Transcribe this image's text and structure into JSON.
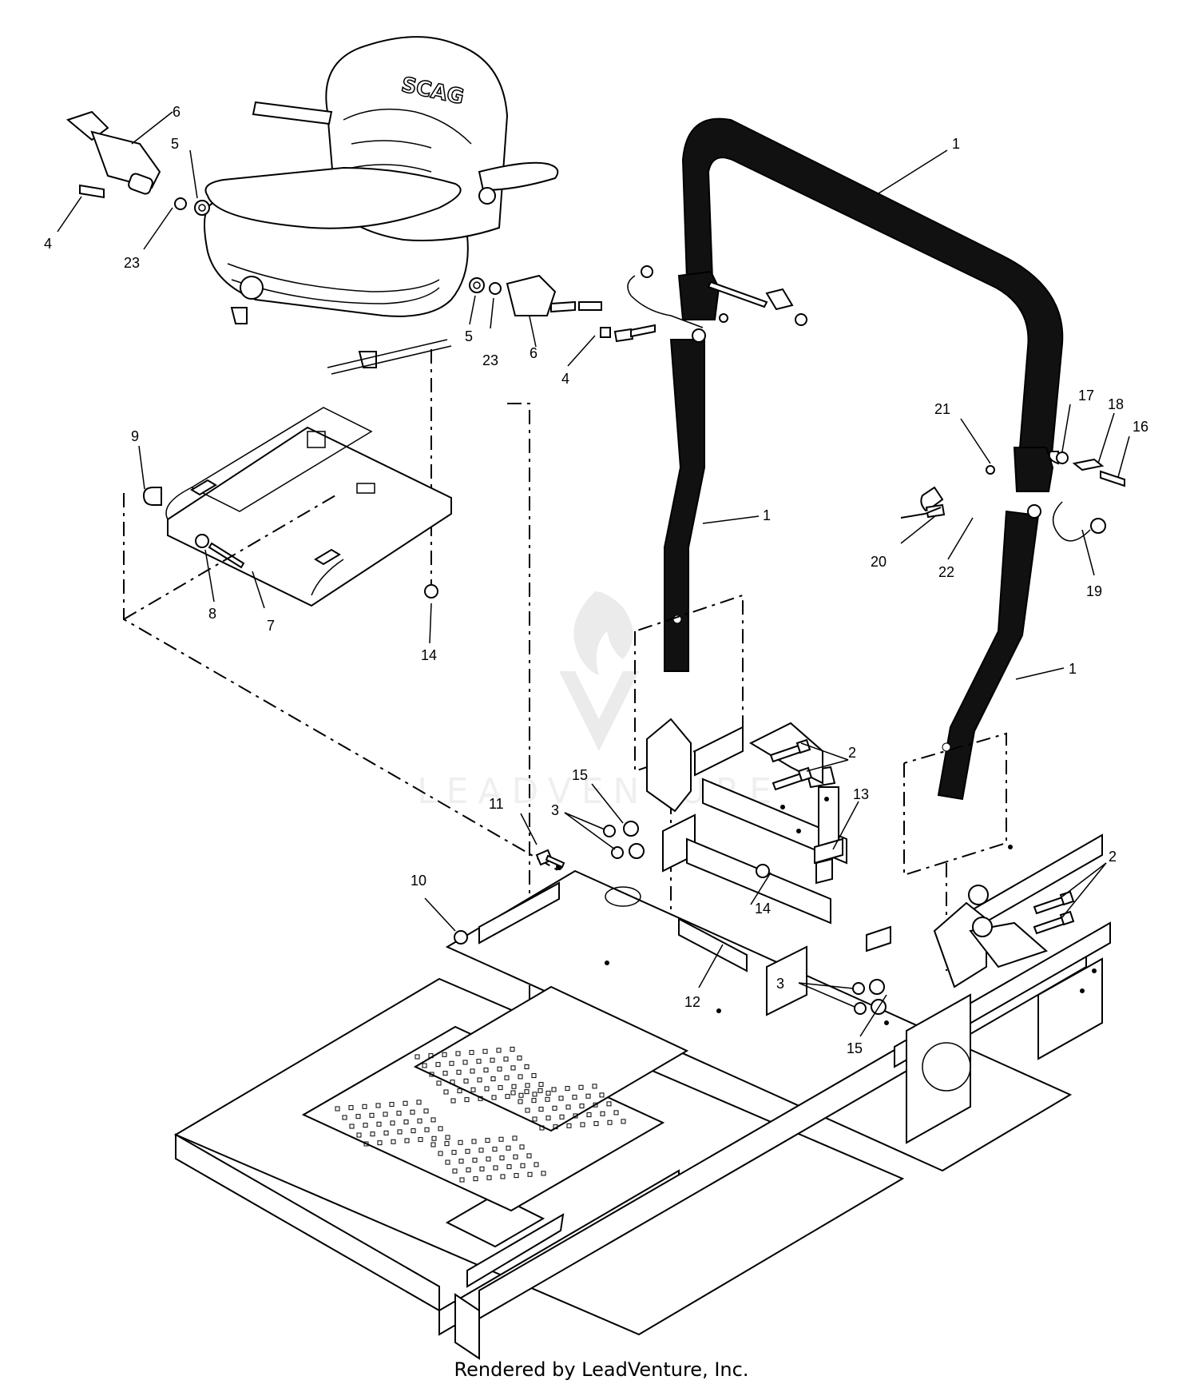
{
  "footer": {
    "text": "Rendered by LeadVenture, Inc."
  },
  "seat": {
    "brand_text": "SCAG"
  },
  "watermark": {
    "text": "LEADVENTURE"
  },
  "callouts": [
    {
      "id": "c1a",
      "label": "1"
    },
    {
      "id": "c1b",
      "label": "1"
    },
    {
      "id": "c1c",
      "label": "1"
    },
    {
      "id": "c2a",
      "label": "2"
    },
    {
      "id": "c2b",
      "label": "2"
    },
    {
      "id": "c3a",
      "label": "3"
    },
    {
      "id": "c3b",
      "label": "3"
    },
    {
      "id": "c4a",
      "label": "4"
    },
    {
      "id": "c4b",
      "label": "4"
    },
    {
      "id": "c5a",
      "label": "5"
    },
    {
      "id": "c5b",
      "label": "5"
    },
    {
      "id": "c6a",
      "label": "6"
    },
    {
      "id": "c6b",
      "label": "6"
    },
    {
      "id": "c7",
      "label": "7"
    },
    {
      "id": "c8",
      "label": "8"
    },
    {
      "id": "c9",
      "label": "9"
    },
    {
      "id": "c10",
      "label": "10"
    },
    {
      "id": "c11",
      "label": "11"
    },
    {
      "id": "c12",
      "label": "12"
    },
    {
      "id": "c13",
      "label": "13"
    },
    {
      "id": "c14a",
      "label": "14"
    },
    {
      "id": "c14b",
      "label": "14"
    },
    {
      "id": "c15a",
      "label": "15"
    },
    {
      "id": "c15b",
      "label": "15"
    },
    {
      "id": "c16",
      "label": "16"
    },
    {
      "id": "c17",
      "label": "17"
    },
    {
      "id": "c18",
      "label": "18"
    },
    {
      "id": "c19",
      "label": "19"
    },
    {
      "id": "c20",
      "label": "20"
    },
    {
      "id": "c21",
      "label": "21"
    },
    {
      "id": "c22",
      "label": "22"
    },
    {
      "id": "c23a",
      "label": "23"
    },
    {
      "id": "c23b",
      "label": "23"
    }
  ]
}
